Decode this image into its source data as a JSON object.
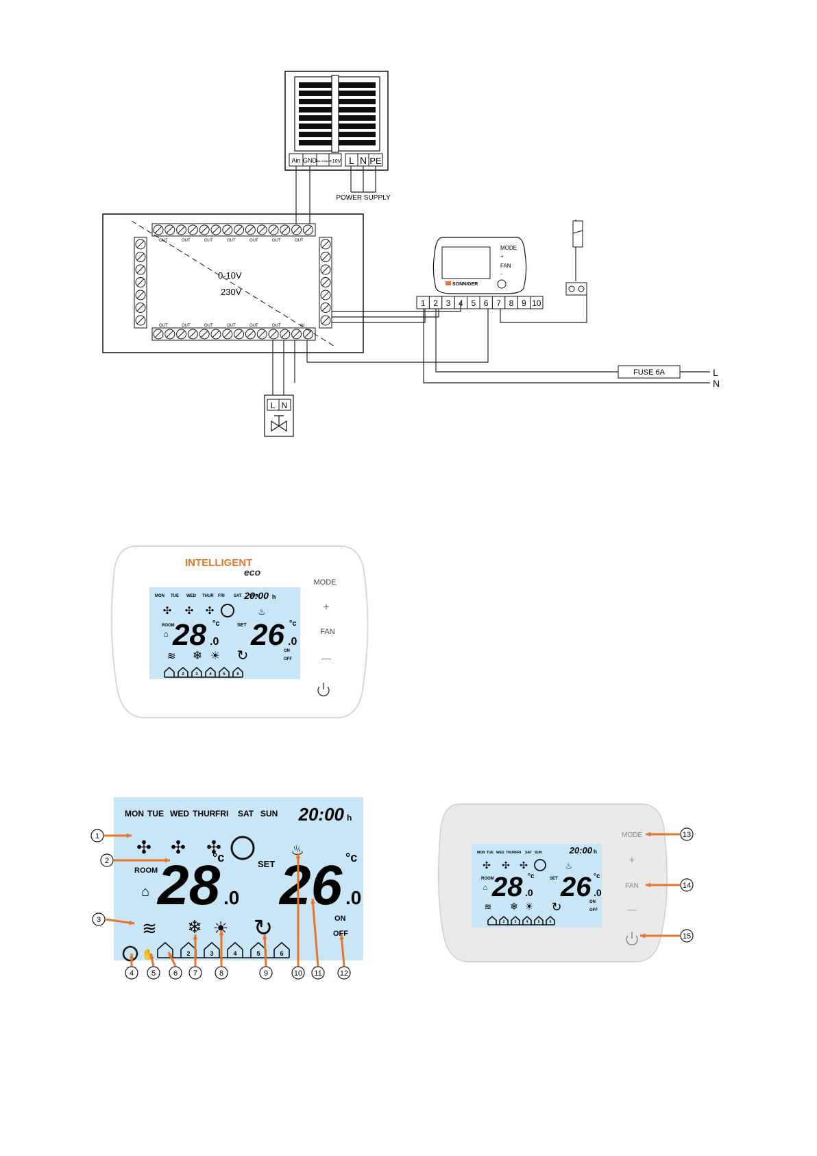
{
  "wiring": {
    "actuator_terminals": [
      "Ain",
      "GND",
      "Tach Output",
      "+10V",
      "L",
      "N",
      "PE"
    ],
    "power_supply": "POWER SUPPLY",
    "module_labels": {
      "low_voltage": "0-10V",
      "high_voltage": "230V",
      "out": "OUT",
      "in": "IN"
    },
    "thermostat_small": {
      "mode": "MODE",
      "plus": "+",
      "fan": "FAN",
      "minus": "-",
      "brand": "SONNIGER"
    },
    "thermostat_terminals": [
      "1",
      "2",
      "3",
      "4",
      "5",
      "6",
      "7",
      "8",
      "9",
      "10"
    ],
    "fuse": "FUSE 6A",
    "line_l": "L",
    "line_n": "N",
    "valve_terminals": [
      "L",
      "N"
    ]
  },
  "device": {
    "brand_line1": "INTELLIGENT",
    "brand_line2": "eco",
    "buttons": {
      "mode": "MODE",
      "plus": "+",
      "fan": "FAN",
      "minus": "—"
    },
    "days": [
      "MON",
      "TUE",
      "WED",
      "THUR",
      "FRI",
      "SAT",
      "SUN"
    ],
    "time": "20:00",
    "time_unit": "h",
    "room_label": "ROOM",
    "room_temp": "28",
    "room_decimal": ".0",
    "set_label": "SET",
    "set_temp": "26",
    "set_decimal": ".0",
    "unit": "°c",
    "on_label": "ON",
    "off_label": "OFF"
  },
  "callouts": [
    "1",
    "2",
    "3",
    "4",
    "5",
    "6",
    "7",
    "8",
    "9",
    "10",
    "11",
    "12",
    "13",
    "14",
    "15"
  ],
  "period_numbers": [
    "2",
    "3",
    "4",
    "5",
    "6"
  ],
  "colors": {
    "accent": "#e8742a",
    "lcd": "#c9e6f7",
    "line": "#111111"
  }
}
